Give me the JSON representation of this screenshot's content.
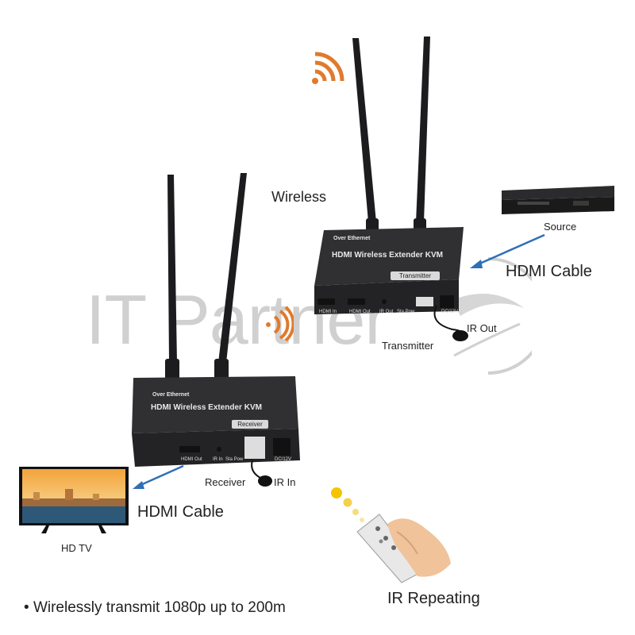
{
  "watermark": "IT Partner",
  "labels": {
    "wireless": "Wireless",
    "source": "Source",
    "hdmi_cable_top": "HDMI Cable",
    "ir_out": "IR Out",
    "transmitter": "Transmitter",
    "receiver": "Receiver",
    "ir_in": "IR In",
    "hdmi_cable_bottom": "HDMI Cable",
    "hd_tv": "HD TV",
    "ir_repeating": "IR Repeating"
  },
  "transmitter_box": {
    "line1": "Over Ethernet",
    "line2": "HDMI Wireless Extender  KVM",
    "tag": "Transmitter",
    "ports": [
      "HDMI In",
      "HDMI Out",
      "IR Out",
      "Sta Pow",
      "DC/12V"
    ]
  },
  "receiver_box": {
    "line1": "Over Ethernet",
    "line2": "HDMI Wireless Extender  KVM",
    "tag": "Receiver",
    "ports": [
      "HDMI Out",
      "IR In",
      "Sta Pow",
      "DC/12V"
    ]
  },
  "features": [
    "Wirelessly transmit 1080p up to 200m"
  ],
  "colors": {
    "arrow_blue": "#2f6fb8",
    "wifi_orange": "#e07a2c",
    "device_body": "#2a2a2c",
    "ir_yellow": "#f5c400"
  },
  "icons": [
    "wifi-signal-icon",
    "wifi-signal-icon",
    "arrow-icon",
    "arrow-icon",
    "remote-control-icon",
    "ir-sensor-icon"
  ]
}
